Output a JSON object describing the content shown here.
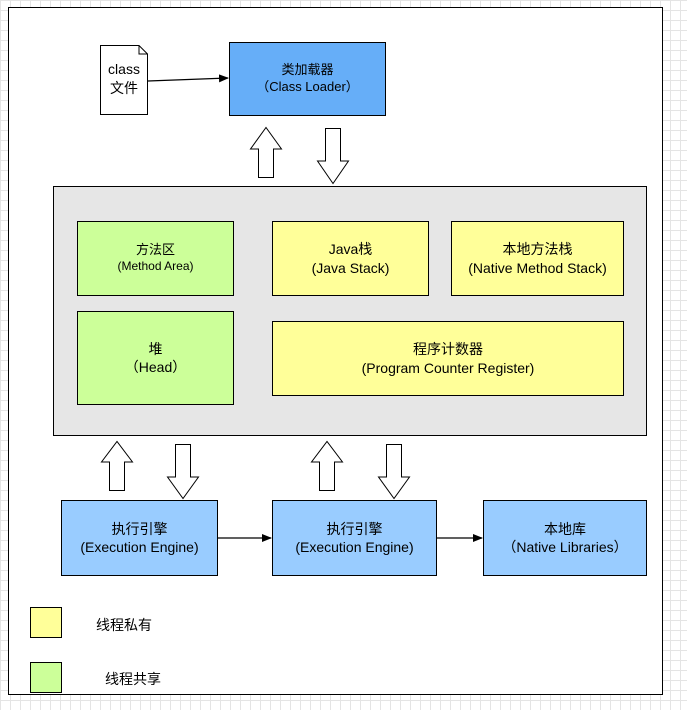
{
  "file": {
    "line1": "class",
    "line2": "文件"
  },
  "class_loader": {
    "title": "类加载器",
    "subtitle": "（Class Loader）"
  },
  "areas": {
    "method_area": {
      "title": "方法区",
      "subtitle": "(Method Area)"
    },
    "java_stack": {
      "title": "Java栈",
      "subtitle": "(Java Stack)"
    },
    "native_stack": {
      "title": "本地方法栈",
      "subtitle": "(Native Method Stack)"
    },
    "heap": {
      "title": "堆",
      "subtitle": "（Head）"
    },
    "pc_register": {
      "title": "程序计数器",
      "subtitle": "(Program Counter Register)"
    }
  },
  "engines": [
    {
      "title": "执行引擎",
      "subtitle": "(Execution Engine)"
    },
    {
      "title": "执行引擎",
      "subtitle": "(Execution Engine)"
    }
  ],
  "native_libraries": {
    "title": "本地库",
    "subtitle": "（Native Libraries）"
  },
  "legend": {
    "thread_private": "线程私有",
    "thread_shared": "线程共享"
  },
  "colors": {
    "class_loader": "#66aef8",
    "thread_shared": "#ccff99",
    "thread_private": "#ffff99",
    "engine": "#99ccff",
    "runtime_area": "#e6e6e6"
  }
}
